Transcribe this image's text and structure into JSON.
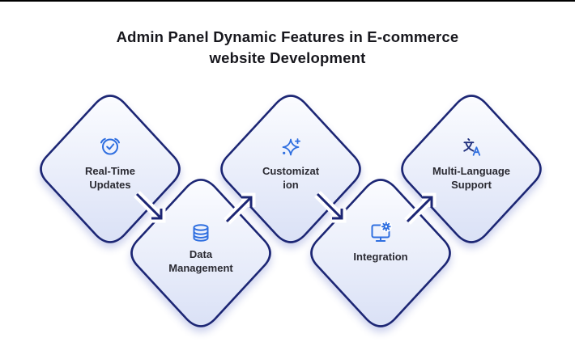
{
  "title": {
    "line1": "Admin Panel Dynamic Features in E-commerce",
    "line2": "website Development"
  },
  "nodes": [
    {
      "id": "real-time-updates",
      "icon": "alarm-clock-check-icon",
      "lines": [
        "Real-Time",
        "Updates"
      ]
    },
    {
      "id": "data-management",
      "icon": "database-icon",
      "lines": [
        "Data",
        "Management"
      ]
    },
    {
      "id": "customization",
      "icon": "sparkle-stars-icon",
      "lines": [
        "Customizat",
        "ion"
      ]
    },
    {
      "id": "integration",
      "icon": "monitor-gear-icon",
      "lines": [
        "Integration"
      ]
    },
    {
      "id": "multi-language-support",
      "icon": "translate-icon",
      "lines": [
        "Multi-Language",
        "Support"
      ]
    }
  ],
  "arrows": [
    {
      "from": "real-time-updates",
      "to": "data-management",
      "direction": "down-right"
    },
    {
      "from": "data-management",
      "to": "customization",
      "direction": "up-right"
    },
    {
      "from": "customization",
      "to": "integration",
      "direction": "down-right"
    },
    {
      "from": "integration",
      "to": "multi-language-support",
      "direction": "up-right"
    }
  ],
  "colors": {
    "background": "#ffffff",
    "top_line": "#000000",
    "diamond_border": "#1c2674",
    "diamond_fill_top": "#fbfcff",
    "diamond_fill_bottom": "#dae1f6",
    "diamond_shadow": "#8d98d8",
    "arrow": "#1c2674",
    "icon_blue": "#2f6fe0",
    "icon_navy": "#20307d",
    "title_text": "#17171d",
    "label_text": "#2a2a32"
  }
}
